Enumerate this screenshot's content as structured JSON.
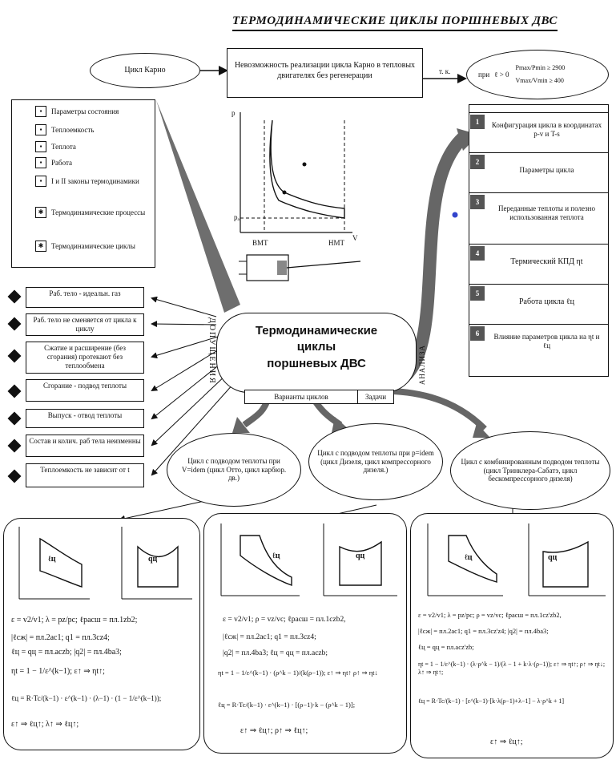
{
  "title": "ТЕРМОДИНАМИЧЕСКИЕ ЦИКЛЫ ПОРШНЕВЫХ ДВС",
  "carnot": {
    "label": "Цикл Карно",
    "impossible": "Невозможность реализации цикла Карно в тепловых двигателях без регенерации",
    "tk": "т. к.",
    "cond_prefix": "при",
    "cond_l": "ℓ > 0",
    "cond_p": "Pmax/Pmin ≥ 2900",
    "cond_v": "Vmax/Vmin ≥ 400"
  },
  "left_topics": [
    "Параметры состояния",
    "Теплоемкость",
    "Теплота",
    "Работа",
    "I и II законы термодинамики",
    "Термодинамические процессы",
    "Термодинамические циклы"
  ],
  "pv_small": {
    "p": "p",
    "v": "V",
    "pa": "pₐ",
    "vmt": "ВМТ",
    "nmt": "НМТ"
  },
  "assumptions_label": "ДОПУЩЕНИЯ",
  "assumptions": [
    "Раб. тело - идеальн. газ",
    "Раб. тело не сменяется от цикла к циклу",
    "Сжатие и расширение (без сгорания) протекают без теплообмена",
    "Сгорание - подвод теплоты",
    "Выпуск - отвод теплоты",
    "Состав и колич. раб тела неизменны",
    "Теплоемкость не зависит от t"
  ],
  "center": {
    "line1": "Термодинамические",
    "line2": "циклы",
    "line3": "поршневых ДВС",
    "variants": "Варианты циклов",
    "tasks": "Задачи",
    "analysis": "АНАЛИЗА"
  },
  "steps": [
    {
      "num": "1",
      "text": "Конфигурация цикла в координатах p-v и T-s"
    },
    {
      "num": "2",
      "text": "Параметры цикла"
    },
    {
      "num": "3",
      "text": "Переданные теплоты и полезно использованная теплота"
    },
    {
      "num": "4",
      "text": "Термический КПД   ηt"
    },
    {
      "num": "5",
      "text": "Работа цикла   ℓц"
    },
    {
      "num": "6",
      "text": "Влияние параметров цикла на ηt  и  ℓц"
    }
  ],
  "cycles": [
    {
      "text": "Цикл с подводом теплоты при V=idem (цикл Отто, цикл карбюр. дв.)"
    },
    {
      "text": "Цикл с подводом теплоты при p=idem (цикл Дизеля, цикл компрессорного дизеля.)"
    },
    {
      "text": "Цикл с комбинированным подводом теплоты (цикл Тринклера-Сабатэ, цикл бескомпрессорного дизеля)"
    }
  ],
  "panel1": {
    "f1": "ε = v2/v1;  λ = pz/pc;  ℓрасш = пл.1zb2;",
    "f2": "|ℓсж| = пл.2ac1;     q1 = пл.3cz4;",
    "f3": "ℓц = qц = пл.aczb;    |q2| = пл.4ba3;",
    "f4": "ηt = 1 − 1/ε^(k−1);   ε↑ ⇒ ηt↑;",
    "f5": "ℓц = R·Tc/(k−1) · ε^(k−1) · (λ−1) · (1 − 1/ε^(k−1));",
    "f6": "ε↑ ⇒ ℓц↑;  λ↑ ⇒ ℓц↑;"
  },
  "panel2": {
    "f1": "ε = v2/v1;  ρ = vz/vc;  ℓрасш = пл.1czb2,",
    "f2": "|ℓсж| = пл.2ac1;      q1 = пл.3cz4;",
    "f3": "|q2| = пл.4ba3;     ℓц = qц = пл.aczb;",
    "f4": "ηt = 1 − 1/ε^(k−1) · (ρ^k − 1)/(k(ρ−1));   ε↑ ⇒ ηt↑  ρ↑ ⇒ ηt↓",
    "f5": "ℓц = R·Tc/(k−1) · ε^(k−1) · [(ρ−1)·k − (ρ^k − 1)];",
    "f6": "ε↑ ⇒ ℓц↑;  ρ↑ ⇒ ℓц↑;"
  },
  "panel3": {
    "f1": "ε = v2/v1;  λ = pz/pc;  ρ = vz/vc;  ℓрасш = пл.1cz'zb2,",
    "f2": "|ℓсж| = пл.2ac1;  q1 = пл.3cz'z4;  |q2| = пл.4ba3;",
    "f3": "ℓц = qц = пл.acz'zb;",
    "f4": "ηt = 1 − 1/ε^(k−1) · (λ·ρ^k − 1)/(λ − 1 + k·λ·(ρ−1));  ε↑ ⇒ ηt↑; ρ↑ ⇒ ηt↓; λ↑ ⇒ ηt↑;",
    "f5": "ℓц = R·Tc/(k−1) · [ε^(k−1)·[k·λ(ρ−1)+λ−1] − λ·ρ^k + 1]",
    "f6": "ε↑ ⇒ ℓц↑;"
  }
}
